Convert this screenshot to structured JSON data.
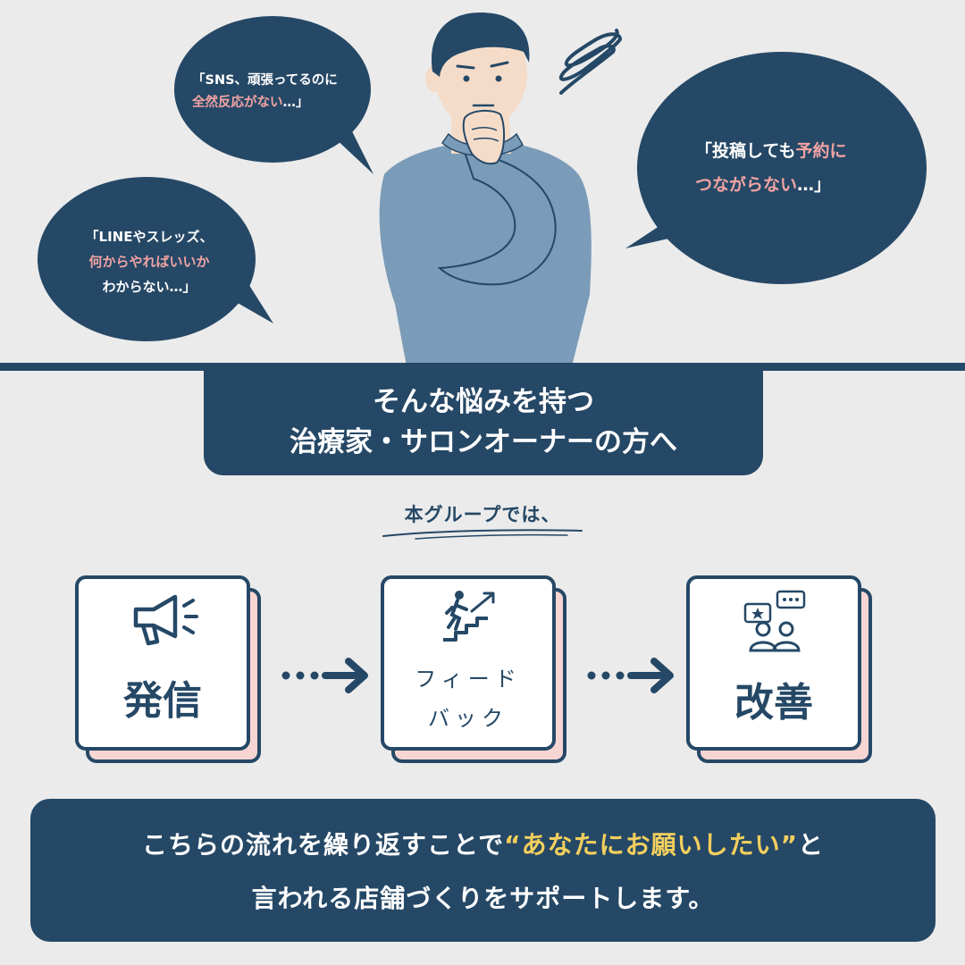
{
  "bubbles": {
    "top_left": {
      "line1": "「SNS、頑張ってるのに",
      "line2_pink": "全然反応がない",
      "line2_rest": "…」"
    },
    "left": {
      "line1": "「LINEやスレッズ、",
      "line2_pink": "何からやればいいか",
      "line3": "わからない…」"
    },
    "right": {
      "line1_white": "「投稿しても",
      "line1_pink": "予約に",
      "line2_pink": "つながらない",
      "line2_rest": "…」"
    }
  },
  "banner": {
    "line1": "そんな悩みを持つ",
    "line2": "治療家・サロンオーナーの方へ"
  },
  "intro": "本グループでは、",
  "steps": [
    {
      "label": "発信",
      "icon": "megaphone-icon"
    },
    {
      "label_line1": "フィード",
      "label_line2": "バック",
      "icon": "climbing-stairs-icon"
    },
    {
      "label": "改善",
      "icon": "team-feedback-icon"
    }
  ],
  "bottom": {
    "line1_pre": "こちらの流れを繰り返すことで",
    "line1_quote": "“あなたにお願いしたい”",
    "line1_post": "と",
    "line2": "言われる店舗づくりをサポートします。"
  },
  "colors": {
    "navy": "#254866",
    "pink_text": "#f2a3a3",
    "yellow": "#f3cf5d",
    "shirt": "#7b9cb8",
    "card_shadow": "#f7d5d2",
    "background": "#ebebeb"
  }
}
